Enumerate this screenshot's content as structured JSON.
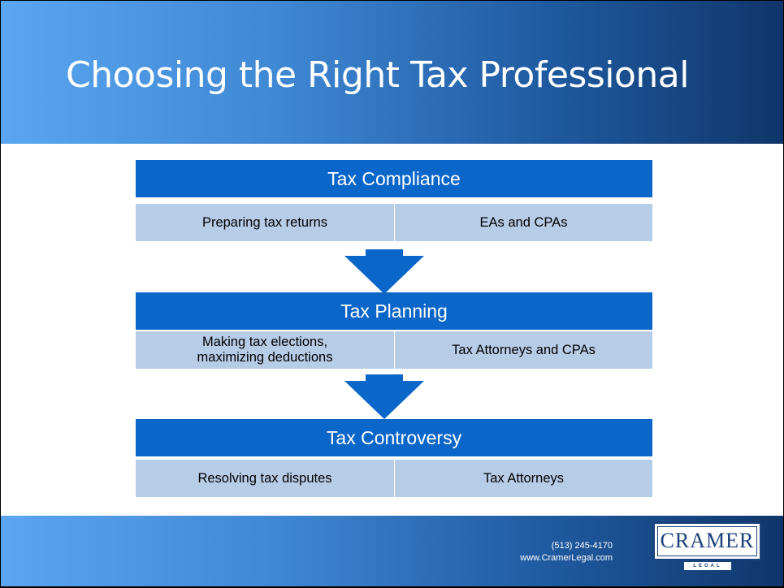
{
  "slide": {
    "title": "Choosing the Right Tax Professional"
  },
  "stages": [
    {
      "heading": "Tax Compliance",
      "activity": "Preparing tax returns",
      "professionals": "EAs and CPAs"
    },
    {
      "heading": "Tax Planning",
      "activity": "Making tax elections, maximizing deductions",
      "professionals": "Tax Attorneys and CPAs"
    },
    {
      "heading": "Tax Controversy",
      "activity": "Resolving tax disputes",
      "professionals": "Tax Attorneys"
    }
  ],
  "footer": {
    "phone": "(513) 245-4170",
    "website": "www.CramerLegal.com",
    "logo_name": "CRAMER",
    "logo_sub": "LEGAL"
  },
  "colors": {
    "header_band": "#3f88d4",
    "stage_heading": "#0a66c8",
    "stage_cell": "#b7cce6",
    "logo": "#1b3f78"
  },
  "icons": [
    "down-arrow-icon",
    "down-arrow-icon"
  ]
}
